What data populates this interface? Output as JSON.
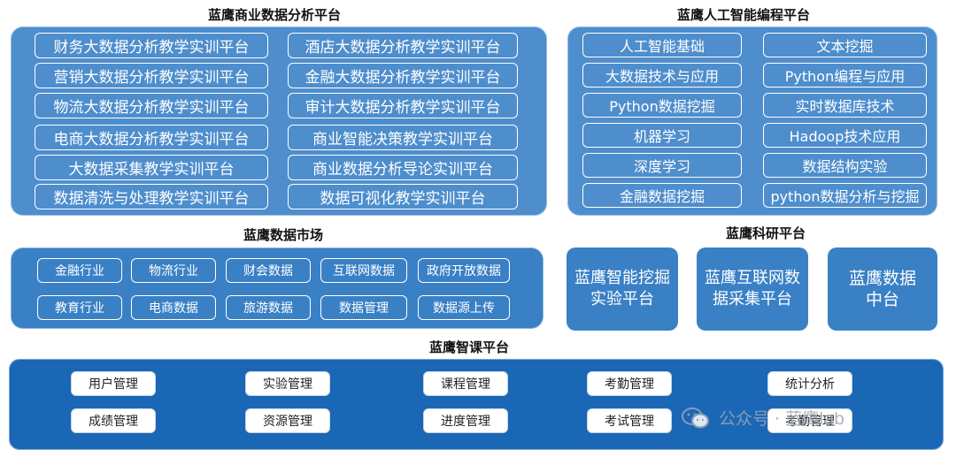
{
  "sections": {
    "business": {
      "title": "蓝鹰商业数据分析平台",
      "left": [
        "财务大数据分析教学实训平台",
        "营销大数据分析教学实训平台",
        "物流大数据分析教学实训平台",
        "电商大数据分析教学实训平台",
        "大数据采集教学实训平台",
        "数据清洗与处理教学实训平台"
      ],
      "right": [
        "酒店大数据分析教学实训平台",
        "金融大数据分析教学实训平台",
        "审计大数据分析教学实训平台",
        "商业智能决策教学实训平台",
        "商业数据分析导论实训平台",
        "数据可视化教学实训平台"
      ]
    },
    "ai": {
      "title": "蓝鹰人工智能编程平台",
      "left": [
        "人工智能基础",
        "大数据技术与应用",
        "Python数据挖掘",
        "机器学习",
        "深度学习",
        "金融数据挖掘"
      ],
      "right": [
        "文本挖掘",
        "Python编程与应用",
        "实时数据库技术",
        "Hadoop技术应用",
        "数据结构实验",
        "python数据分析与挖掘"
      ]
    },
    "market": {
      "title": "蓝鹰数据市场",
      "row1": [
        "金融行业",
        "物流行业",
        "财会数据",
        "互联网数据",
        "政府开放数据"
      ],
      "row2": [
        "教育行业",
        "电商数据",
        "旅游数据",
        "数据管理",
        "数据源上传"
      ]
    },
    "research": {
      "title": "蓝鹰科研平台",
      "cards": [
        {
          "line1": "蓝鹰智能挖掘",
          "line2": "实验平台"
        },
        {
          "line1": "蓝鹰互联网数",
          "line2": "据采集平台"
        },
        {
          "line1": "蓝鹰数据",
          "line2": "中台"
        }
      ]
    },
    "smart_class": {
      "title": "蓝鹰智课平台",
      "row1": [
        "用户管理",
        "实验管理",
        "课程管理",
        "考勤管理",
        "统计分析"
      ],
      "row2": [
        "成绩管理",
        "资源管理",
        "进度管理",
        "考试管理",
        "考勤管理"
      ]
    }
  },
  "watermark": {
    "text": "公众号 · 蓝鹰lab",
    "icon": "wechat-icon"
  }
}
